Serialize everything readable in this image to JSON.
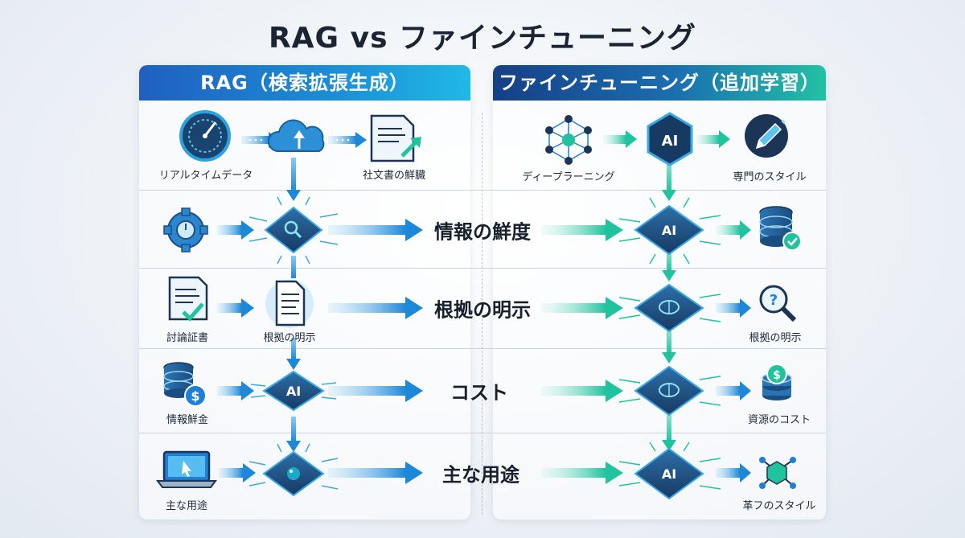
{
  "title": "RAG vs ファインチューニング",
  "left_panel": {
    "header": "RAG（検索拡張生成）",
    "labels": {
      "realtime_data": "リアルタイムデータ",
      "company_docs": "社文書の鮮臓",
      "discussion_docs": "討論証書",
      "evidence": "根拠の明示",
      "info_fee": "情報鮮金",
      "main_use": "主な用途"
    }
  },
  "right_panel": {
    "header": "ファインチューニング（追加学習）",
    "labels": {
      "deep_learning": "ディープラーニング",
      "expert_style": "専門のスタイル",
      "evidence": "根拠の明示",
      "resource_cost": "資源のコスト",
      "style_bottom": "革フのスタイル"
    },
    "ai_badge": "AI"
  },
  "center_labels": [
    "情報の鮮度",
    "根拠の明示",
    "コスト",
    "主な用途"
  ],
  "chip_ai": "AI",
  "colors": {
    "rag_blue": "#1f7fd6",
    "ft_teal": "#22c2a4",
    "dark_navy": "#1c3557"
  }
}
